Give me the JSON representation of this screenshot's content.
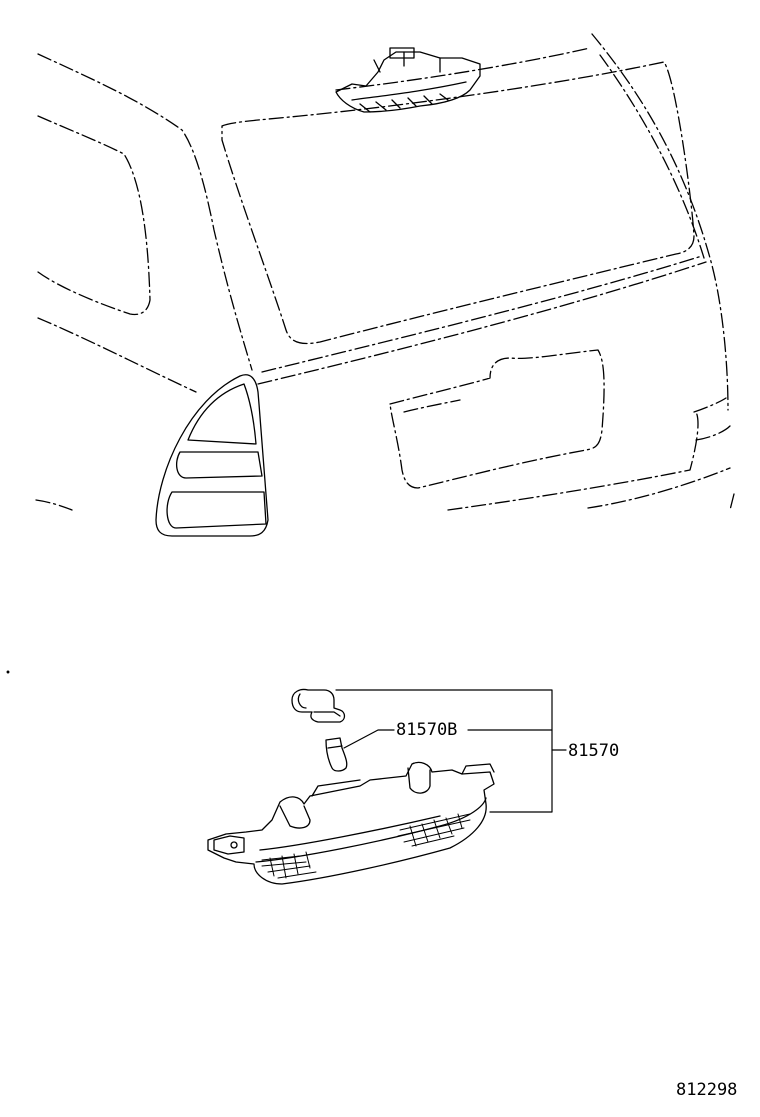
{
  "parts": {
    "bulb_part": "81570B",
    "lamp_assembly_part": "81570"
  },
  "figure_id": "812298",
  "colors": {
    "ink": "#000000",
    "paper": "#ffffff"
  }
}
